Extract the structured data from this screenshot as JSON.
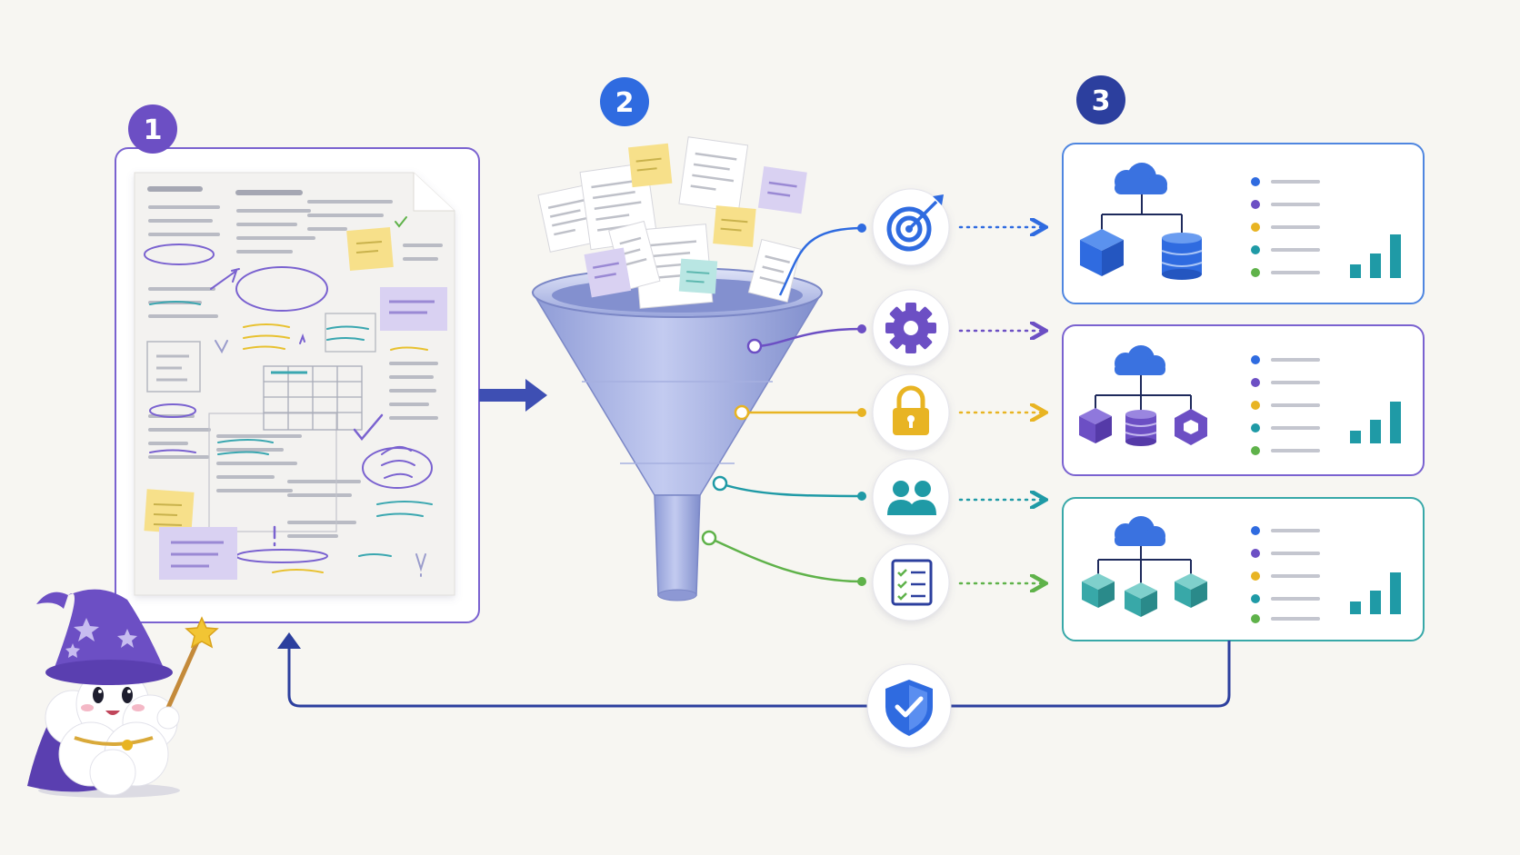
{
  "steps": [
    {
      "label": "1",
      "color": "#6c4fc4"
    },
    {
      "label": "2",
      "color": "#2f6be0"
    },
    {
      "label": "3",
      "color": "#2c3f9e"
    }
  ],
  "stage_icons": [
    {
      "name": "target-icon",
      "color": "#2f6be0"
    },
    {
      "name": "gear-icon",
      "color": "#6c4fc4"
    },
    {
      "name": "lock-icon",
      "color": "#e8b423"
    },
    {
      "name": "users-icon",
      "color": "#1f9aa6"
    },
    {
      "name": "checklist-icon",
      "color": "#5fb24a"
    }
  ],
  "output_cards": [
    {
      "name": "output-card-1",
      "border": "#4f86e0",
      "diagram": "cloud-cube-database"
    },
    {
      "name": "output-card-2",
      "border": "#7a62d0",
      "diagram": "cloud-cube-database-hexagon"
    },
    {
      "name": "output-card-3",
      "border": "#38a8a8",
      "diagram": "cloud-three-cubes"
    }
  ],
  "feedback_icon": {
    "name": "shield-check-icon",
    "color": "#2f6be0"
  },
  "mascot": {
    "name": "wizard-cloud-mascot",
    "hat_color": "#6c4fc4"
  }
}
